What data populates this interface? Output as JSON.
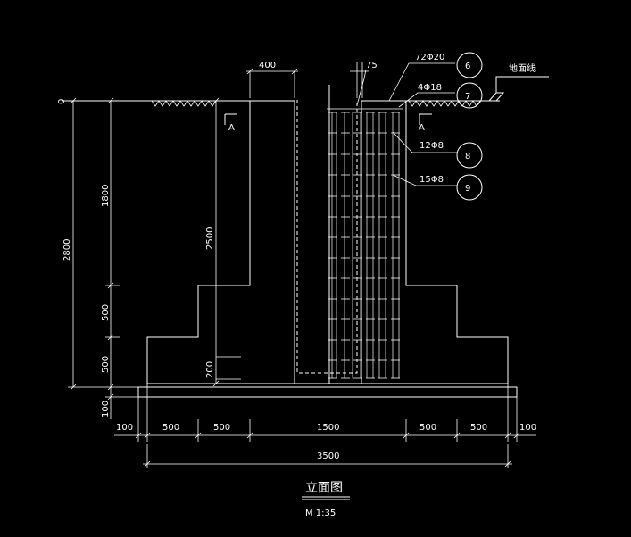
{
  "drawing": {
    "title": "立面图",
    "scale": "M 1:35",
    "ground_line_label": "地面线",
    "elevation_zero": "0"
  },
  "dimensions": {
    "left_outer": "2800",
    "left_upper": "1800",
    "left_mid": "500",
    "left_lower": "500",
    "left_base": "100",
    "inner_height": "2500",
    "inner_bottom": "200",
    "top_offset": "400",
    "top_small": "75",
    "bottom_segments": [
      "100",
      "500",
      "500",
      "1500",
      "500",
      "500",
      "100"
    ],
    "total_width": "3500"
  },
  "rebar_labels": [
    {
      "number": "6",
      "text": "72Φ20"
    },
    {
      "number": "7",
      "text": "4Φ18"
    },
    {
      "number": "8",
      "text": "12Φ8"
    },
    {
      "number": "9",
      "text": "15Φ8"
    }
  ],
  "section_marks": [
    "A",
    "A"
  ]
}
